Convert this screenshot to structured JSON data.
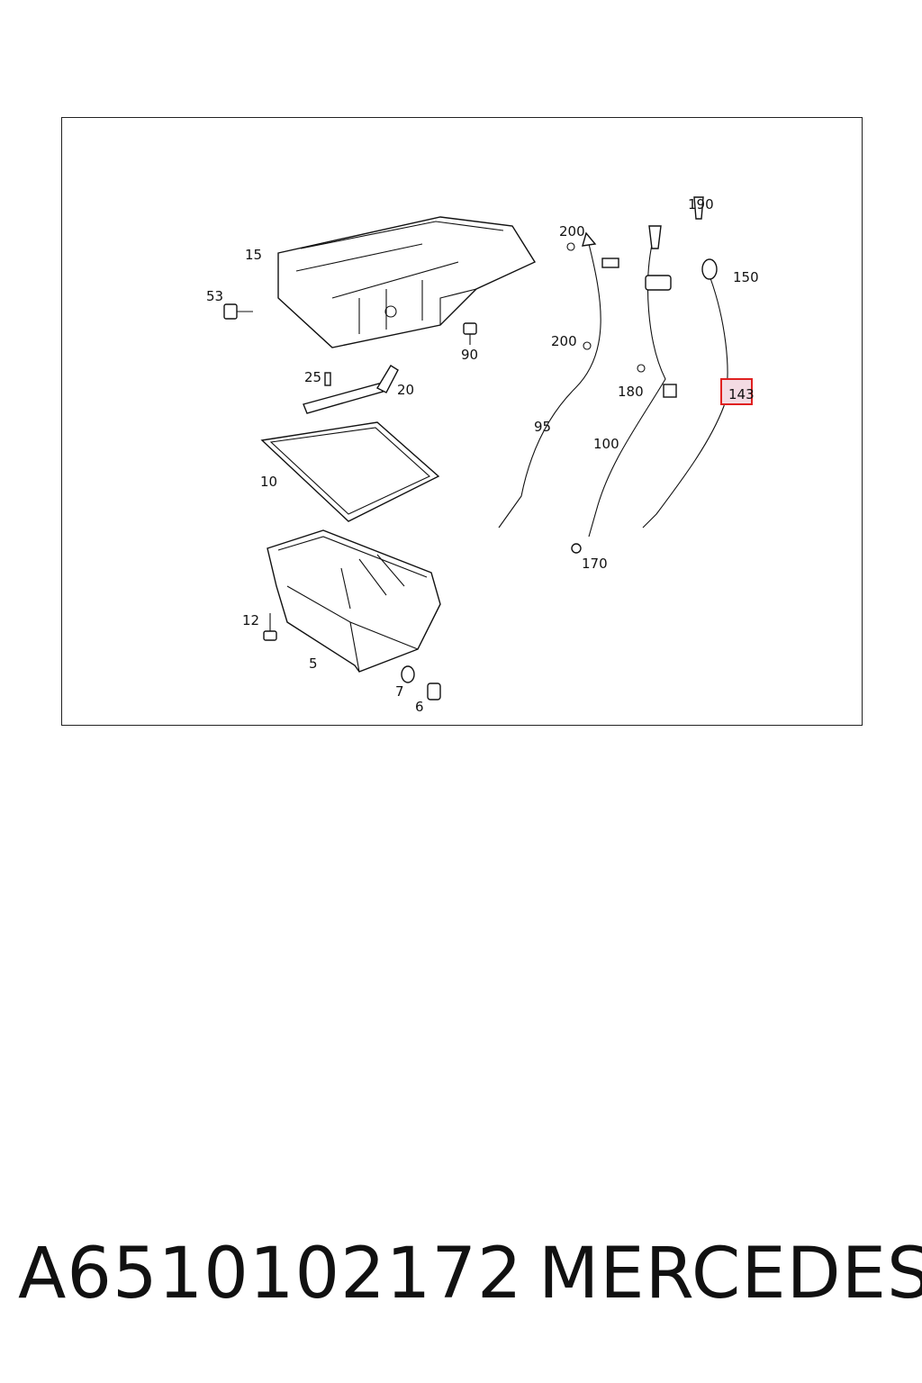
{
  "diagram": {
    "callouts": {
      "c15": "15",
      "c53": "53",
      "c90": "90",
      "c25": "25",
      "c20": "20",
      "c10": "10",
      "c12": "12",
      "c5": "5",
      "c7": "7",
      "c6": "6",
      "c200a": "200",
      "c200b": "200",
      "c95": "95",
      "c190": "190",
      "c150": "150",
      "c180": "180",
      "c143": "143",
      "c100": "100",
      "c170": "170"
    },
    "highlighted_callout": "143",
    "highlight_color": "#e02020"
  },
  "caption": {
    "part_number": "A6510102172",
    "brand": "MERCEDES"
  }
}
